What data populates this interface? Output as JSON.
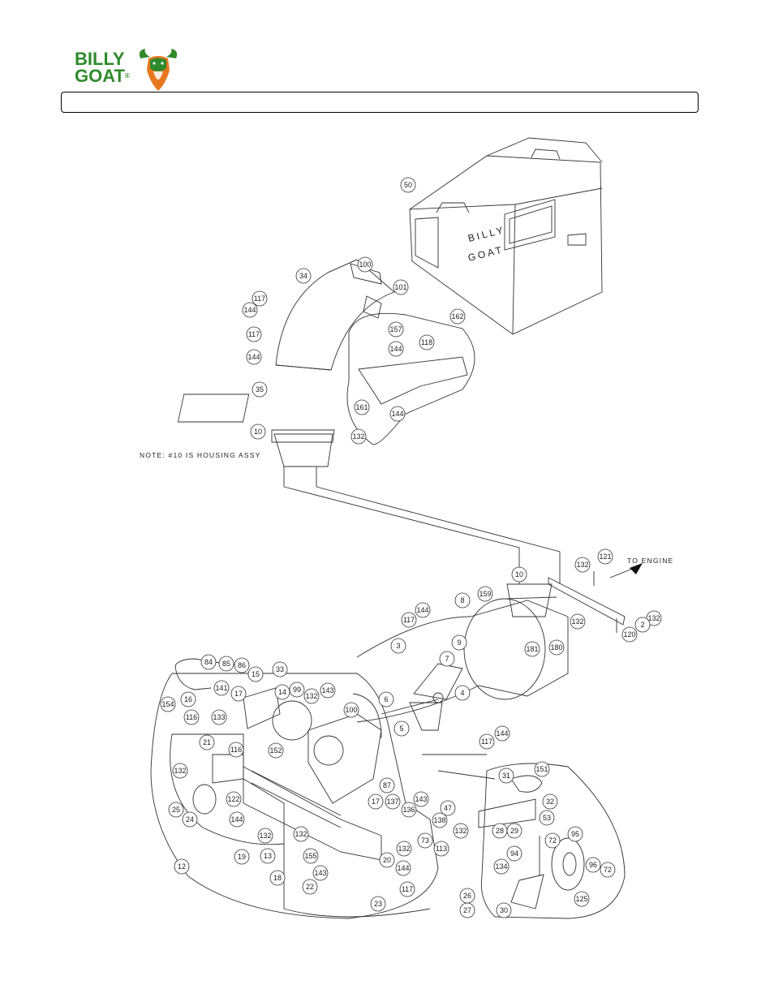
{
  "header": {
    "brand_line1": "BILLY",
    "brand_line2": "GOAT",
    "registered_mark": "®",
    "title_bar_text": ""
  },
  "diagram": {
    "note_text": "NOTE: #10 IS HOUSING ASSY",
    "engine_label": "TO ENGINE",
    "hopper_text_line1": "BILLY",
    "hopper_text_line2": "GOAT",
    "callouts": [
      {
        "label": "50"
      },
      {
        "label": "34"
      },
      {
        "label": "100"
      },
      {
        "label": "101"
      },
      {
        "label": "117"
      },
      {
        "label": "144"
      },
      {
        "label": "117"
      },
      {
        "label": "144"
      },
      {
        "label": "35"
      },
      {
        "label": "10"
      },
      {
        "label": "157"
      },
      {
        "label": "162"
      },
      {
        "label": "144"
      },
      {
        "label": "118"
      },
      {
        "label": "161"
      },
      {
        "label": "144"
      },
      {
        "label": "132"
      },
      {
        "label": "121"
      },
      {
        "label": "132"
      },
      {
        "label": "10"
      },
      {
        "label": "159"
      },
      {
        "label": "8"
      },
      {
        "label": "144"
      },
      {
        "label": "117"
      },
      {
        "label": "132"
      },
      {
        "label": "181"
      },
      {
        "label": "180"
      },
      {
        "label": "132"
      },
      {
        "label": "2"
      },
      {
        "label": "120"
      },
      {
        "label": "3"
      },
      {
        "label": "9"
      },
      {
        "label": "7"
      },
      {
        "label": "4"
      },
      {
        "label": "6"
      },
      {
        "label": "5"
      },
      {
        "label": "117"
      },
      {
        "label": "144"
      },
      {
        "label": "84"
      },
      {
        "label": "85"
      },
      {
        "label": "86"
      },
      {
        "label": "15"
      },
      {
        "label": "33"
      },
      {
        "label": "99"
      },
      {
        "label": "132"
      },
      {
        "label": "143"
      },
      {
        "label": "154"
      },
      {
        "label": "16"
      },
      {
        "label": "141"
      },
      {
        "label": "17"
      },
      {
        "label": "14"
      },
      {
        "label": "116"
      },
      {
        "label": "133"
      },
      {
        "label": "100"
      },
      {
        "label": "116"
      },
      {
        "label": "152"
      },
      {
        "label": "21"
      },
      {
        "label": "132"
      },
      {
        "label": "122"
      },
      {
        "label": "25"
      },
      {
        "label": "24"
      },
      {
        "label": "144"
      },
      {
        "label": "132"
      },
      {
        "label": "87"
      },
      {
        "label": "17"
      },
      {
        "label": "137"
      },
      {
        "label": "143"
      },
      {
        "label": "136"
      },
      {
        "label": "47"
      },
      {
        "label": "138"
      },
      {
        "label": "73"
      },
      {
        "label": "113"
      },
      {
        "label": "13"
      },
      {
        "label": "132"
      },
      {
        "label": "19"
      },
      {
        "label": "132"
      },
      {
        "label": "12"
      },
      {
        "label": "155"
      },
      {
        "label": "143"
      },
      {
        "label": "18"
      },
      {
        "label": "20"
      },
      {
        "label": "144"
      },
      {
        "label": "22"
      },
      {
        "label": "117"
      },
      {
        "label": "23"
      },
      {
        "label": "31"
      },
      {
        "label": "151"
      },
      {
        "label": "32"
      },
      {
        "label": "53"
      },
      {
        "label": "132"
      },
      {
        "label": "28"
      },
      {
        "label": "29"
      },
      {
        "label": "72"
      },
      {
        "label": "95"
      },
      {
        "label": "94"
      },
      {
        "label": "134"
      },
      {
        "label": "96"
      },
      {
        "label": "72"
      },
      {
        "label": "125"
      },
      {
        "label": "26"
      },
      {
        "label": "27"
      },
      {
        "label": "30"
      }
    ]
  }
}
